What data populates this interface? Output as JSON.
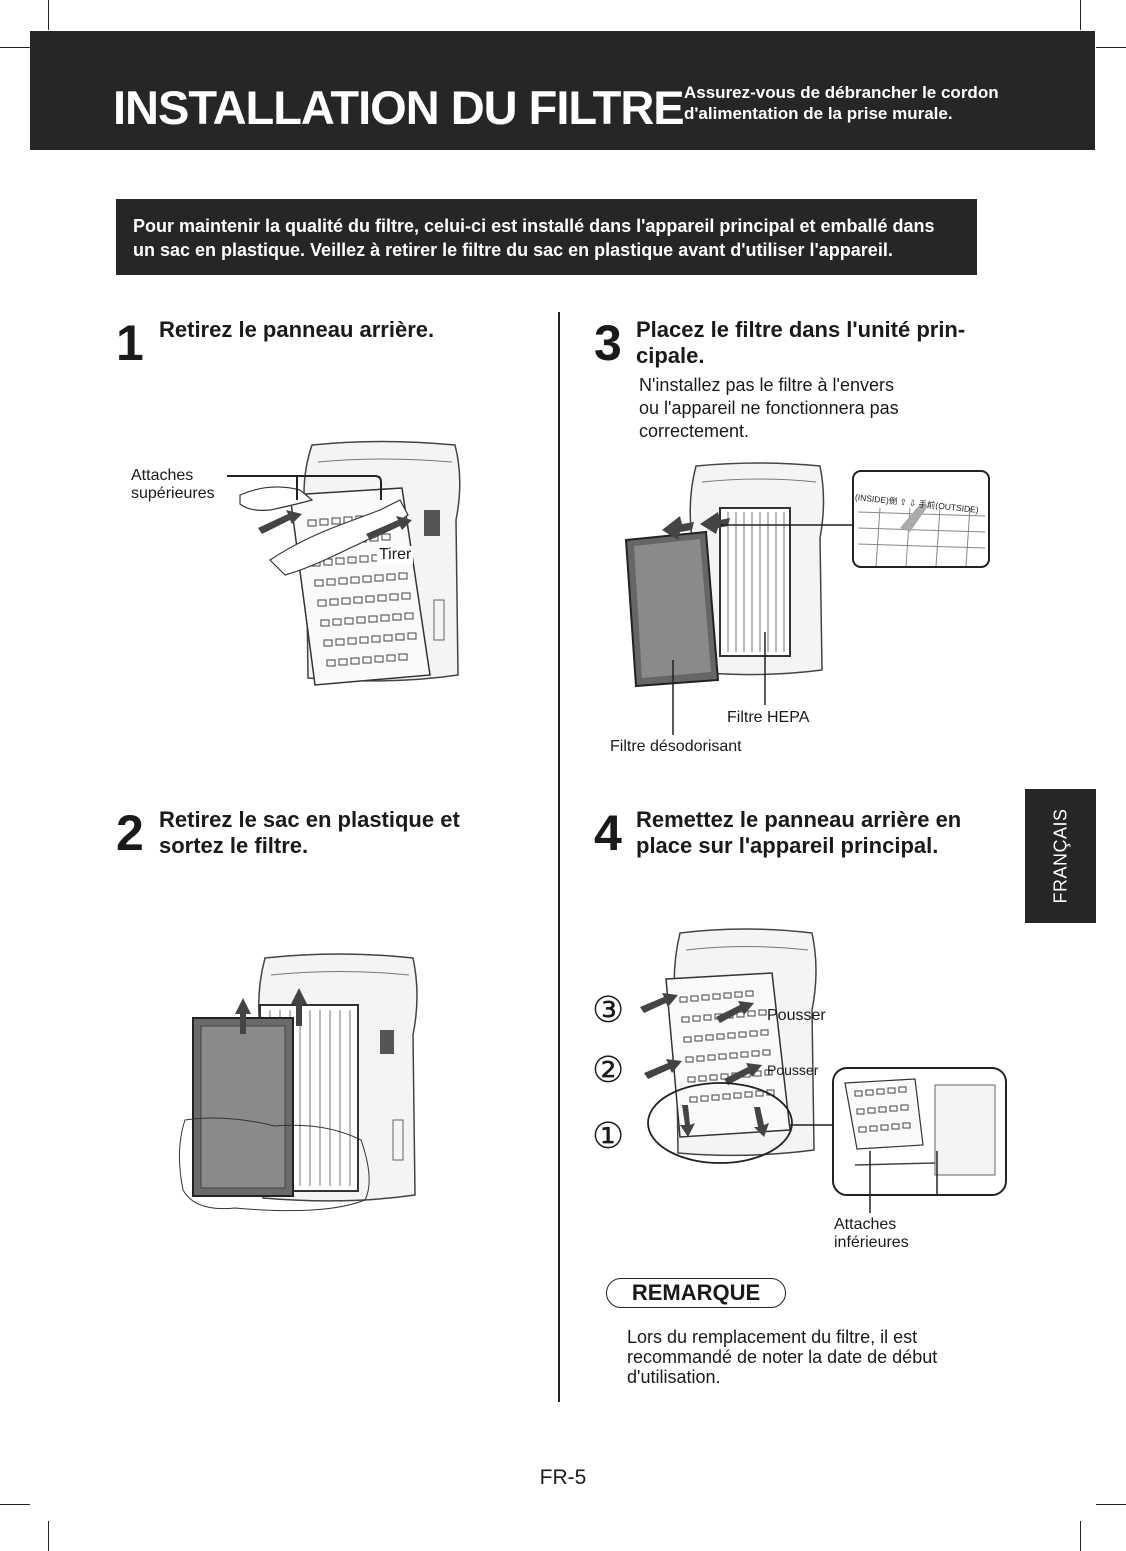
{
  "header": {
    "title": "INSTALLATION DU FILTRE",
    "warning": [
      "Assurez-vous de débrancher le cordon",
      "d'alimentation de la prise murale."
    ]
  },
  "notice": [
    "Pour maintenir la qualité du filtre, celui-ci est installé dans l'appareil principal et emballé dans",
    "un sac en plastique. Veillez à retirer le filtre du sac en plastique avant d'utiliser l'appareil."
  ],
  "steps": [
    {
      "number": "1",
      "title": [
        "Retirez le panneau arrière."
      ]
    },
    {
      "number": "2",
      "title": [
        "Retirez le sac en plastique et",
        "sortez le filtre."
      ]
    },
    {
      "number": "3",
      "title": [
        "Placez le filtre dans l'unité prin-",
        "cipale."
      ],
      "note": [
        "N'installez pas le filtre à l'envers",
        "ou l'appareil ne fonctionnera pas",
        "correctement."
      ]
    },
    {
      "number": "4",
      "title": [
        "Remettez le panneau arrière en",
        "place sur l'appareil principal."
      ]
    }
  ],
  "labels": {
    "top_hooks": [
      "Attaches",
      "supérieures"
    ],
    "pull": "Tirer",
    "inside_outside": "(INSIDE)側 ⇧ ⇩ 手前(OUTSIDE)",
    "hepa": "Filtre HEPA",
    "deodorizing": "Filtre désodorisant",
    "push_1": "Pousser",
    "push_2": "Pousser",
    "circle_3": "③",
    "circle_2": "②",
    "circle_1": "①",
    "bottom_hooks": [
      "Attaches",
      "inférieures"
    ]
  },
  "remark": {
    "heading": "REMARQUE",
    "text": [
      "Lors du remplacement du filtre, il est",
      "recommandé de noter la date de début",
      "d'utilisation."
    ]
  },
  "language_tab": "FRANÇAIS",
  "page_number": "FR-5"
}
